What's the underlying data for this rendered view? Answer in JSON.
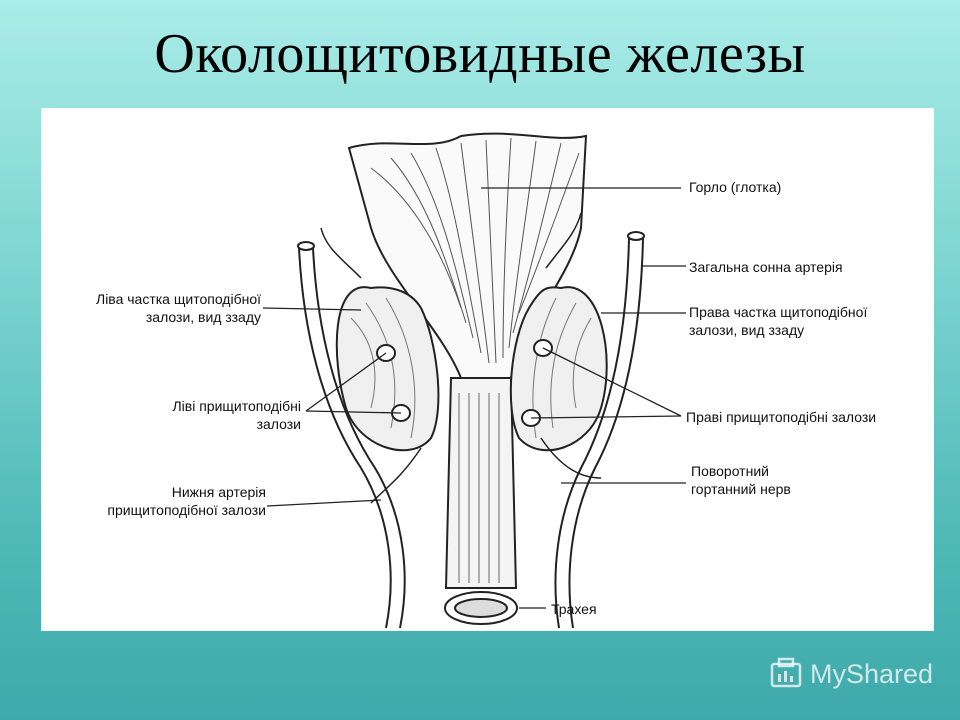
{
  "slide": {
    "title": "Околощитовидные железы"
  },
  "figure": {
    "labels": {
      "larynx": "Горло (глотка)",
      "carotid": "Загальна сонна артерія",
      "left_lobe": "Ліва частка щитоподібної\nзалози, вид ззаду",
      "right_lobe": "Права частка щитоподібної\nзалози, вид ззаду",
      "left_parathyroid": "Ліві прищитоподібні\nзалози",
      "right_parathyroid": "Праві прищитоподібні залози",
      "recurrent_nerve": "Поворотний\nгортанний нерв",
      "inferior_artery": "Нижня артерія\nприщитоподібної залози",
      "trachea": "Трахея"
    }
  },
  "watermark": {
    "text": "MyShared"
  }
}
